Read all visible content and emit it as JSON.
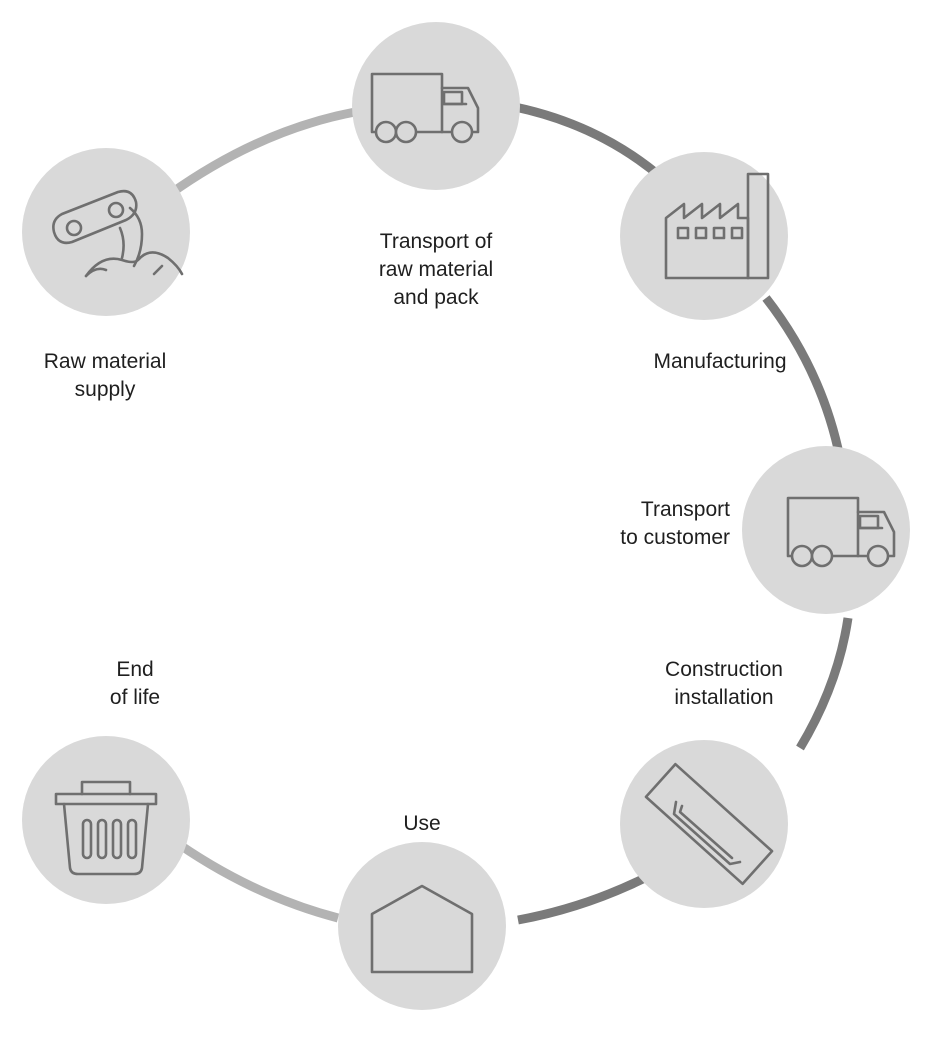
{
  "diagram": {
    "type": "life-cycle-ring",
    "colors": {
      "node_fill": "#d9d9d9",
      "icon_stroke": "#6f6f6f",
      "ring_light": "#b3b3b3",
      "ring_dark": "#7a7a7a",
      "text": "#1f1f1f"
    },
    "stages": [
      {
        "id": "raw-material-supply",
        "label": "Raw material\nsupply",
        "icon": "conveyor-pile-icon"
      },
      {
        "id": "transport-raw-material",
        "label": "Transport of\nraw material\nand pack",
        "icon": "truck-icon"
      },
      {
        "id": "manufacturing",
        "label": "Manufacturing",
        "icon": "factory-icon"
      },
      {
        "id": "transport-to-customer",
        "label": "Transport\nto customer",
        "icon": "truck-icon"
      },
      {
        "id": "construction-installation",
        "label": "Construction\ninstallation",
        "icon": "panel-icon"
      },
      {
        "id": "use",
        "label": "Use",
        "icon": "house-icon"
      },
      {
        "id": "end-of-life",
        "label": "End\nof life",
        "icon": "trash-bin-icon"
      }
    ]
  }
}
